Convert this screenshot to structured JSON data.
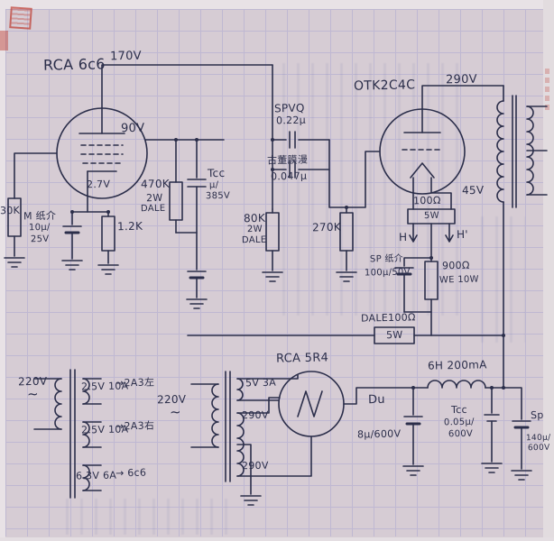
{
  "colors": {
    "paper": "#d6ccd4",
    "grid": "#aea9d2",
    "ink": "#2b2e4a",
    "stamp_red": "#bf3b30"
  },
  "labels": {
    "rca6c6": "RCA 6c6",
    "v170": "170V",
    "v90": "90V",
    "r470k": "470K",
    "r470k_w": "2W",
    "r470k_mk": "DALE",
    "tcc1": "Tcc",
    "tcc1_u": "μ/",
    "tcc1_v": "385V",
    "v27": "2.7V",
    "mcap": "M 纸介",
    "mcap_v1": "10μ/",
    "mcap_v2": "25V",
    "r12k": "1.2K",
    "r30k": "30K",
    "spvq": "SPVQ",
    "spvq_v": "0.22μ",
    "antique": "古董膜漫",
    "antique_v": "0.047μ",
    "r80k": "80K",
    "r80k_w": "2W",
    "r80k_mk": "DALE",
    "r270k": "270K",
    "otk": "OTK2C4C",
    "v290": "290V",
    "r100": "100Ω",
    "r100_w": "5W",
    "v45": "45V",
    "h_left": "H",
    "h_right": "H'",
    "sp1": "SP 纸介",
    "sp1_v": "100μ/50V",
    "r900": "900Ω",
    "r900_mk": "WE 10W",
    "dale": "DALE100Ω",
    "dale_w": "5W",
    "choke": "6H 200mA",
    "rca5r4": "RCA 5R4",
    "du": "Du",
    "cap8": "8μ/600V",
    "tcc2": "Tcc",
    "tcc2_v1": "0.05μ/",
    "tcc2_v2": "600V",
    "sp2": "Sp",
    "sp2_v1": "140μ/",
    "sp2_v2": "600V",
    "t1v": "220V",
    "t1sym": "~",
    "w1a": "2.5V 10A",
    "w1b": "→2A3左",
    "w2a": "2.5V 10A",
    "w2b": "→2A3右",
    "w3a": "6.3V 6A",
    "w3b": "→ 6c6",
    "t2v": "220V",
    "t2sym": "~",
    "w5": "5V 3A",
    "v290a": "290V",
    "v290b": "290V"
  }
}
